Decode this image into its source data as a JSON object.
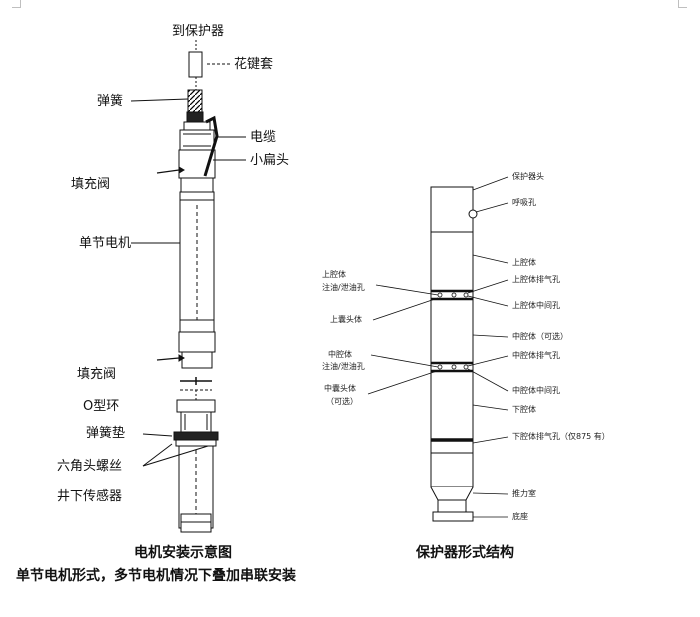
{
  "left_figure": {
    "labels": {
      "to_protector": "到保护器",
      "spline_sleeve": "花键套",
      "spring": "弹簧",
      "cable": "电缆",
      "small_flat_head": "小扁头",
      "fill_valve_top": "填充阀",
      "single_motor": "单节电机",
      "fill_valve_bottom": "填充阀",
      "o_ring": "O型环",
      "spring_washer": "弹簧垫",
      "hex_bolt": "六角头螺丝",
      "downhole_sensor": "井下传感器"
    },
    "caption": "电机安装示意图",
    "subcaption": "单节电机形式，多节电机情况下叠加串联安装"
  },
  "right_figure": {
    "labels": {
      "protector_head": "保护器头",
      "breather_hole": "呼吸孔",
      "upper_chamber": "上腔体",
      "upper_fill_drain_1": "上腔体",
      "upper_fill_drain_2": "注油/泄油孔",
      "upper_vent": "上腔体排气孔",
      "upper_mid_hole": "上腔体中间孔",
      "upper_bag_head": "上囊头体",
      "middle_chamber": "中腔体（可选）",
      "mid_fill_drain_1": "中腔体",
      "mid_fill_drain_2": "注油/泄油孔",
      "mid_vent": "中腔体排气孔",
      "mid_bag_head_1": "中囊头体",
      "mid_bag_head_2": "（可选）",
      "mid_mid_hole": "中腔体中间孔",
      "lower_chamber": "下腔体",
      "lower_vent": "下腔体排气孔（仅875 有）",
      "thrust_chamber": "推力室",
      "base": "底座"
    },
    "caption": "保护器形式结构"
  }
}
